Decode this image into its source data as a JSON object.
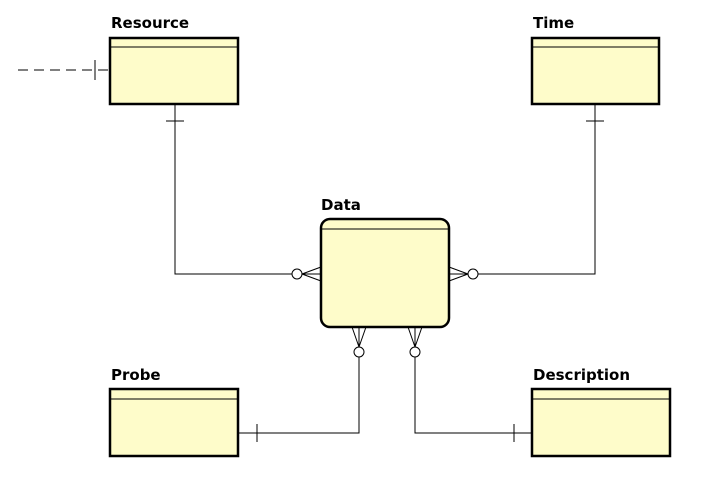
{
  "diagram": {
    "colors": {
      "entity_fill": "#fefcca",
      "stroke": "#000000",
      "background": "#ffffff"
    },
    "entities": [
      {
        "id": "resource",
        "title": "Resource",
        "shape": "rectangle"
      },
      {
        "id": "time",
        "title": "Time",
        "shape": "rectangle"
      },
      {
        "id": "data",
        "title": "Data",
        "shape": "rounded-rectangle"
      },
      {
        "id": "probe",
        "title": "Probe",
        "shape": "rectangle"
      },
      {
        "id": "description",
        "title": "Description",
        "shape": "rectangle"
      }
    ],
    "relationships": [
      {
        "from": "resource",
        "to": "data",
        "from_cardinality": "one",
        "to_cardinality": "zero-or-many"
      },
      {
        "from": "time",
        "to": "data",
        "from_cardinality": "one",
        "to_cardinality": "zero-or-many"
      },
      {
        "from": "probe",
        "to": "data",
        "from_cardinality": "one",
        "to_cardinality": "zero-or-many"
      },
      {
        "from": "description",
        "to": "data",
        "from_cardinality": "one",
        "to_cardinality": "zero-or-many"
      },
      {
        "from": "external",
        "to": "resource",
        "line_style": "dashed",
        "to_cardinality": "one"
      }
    ]
  }
}
